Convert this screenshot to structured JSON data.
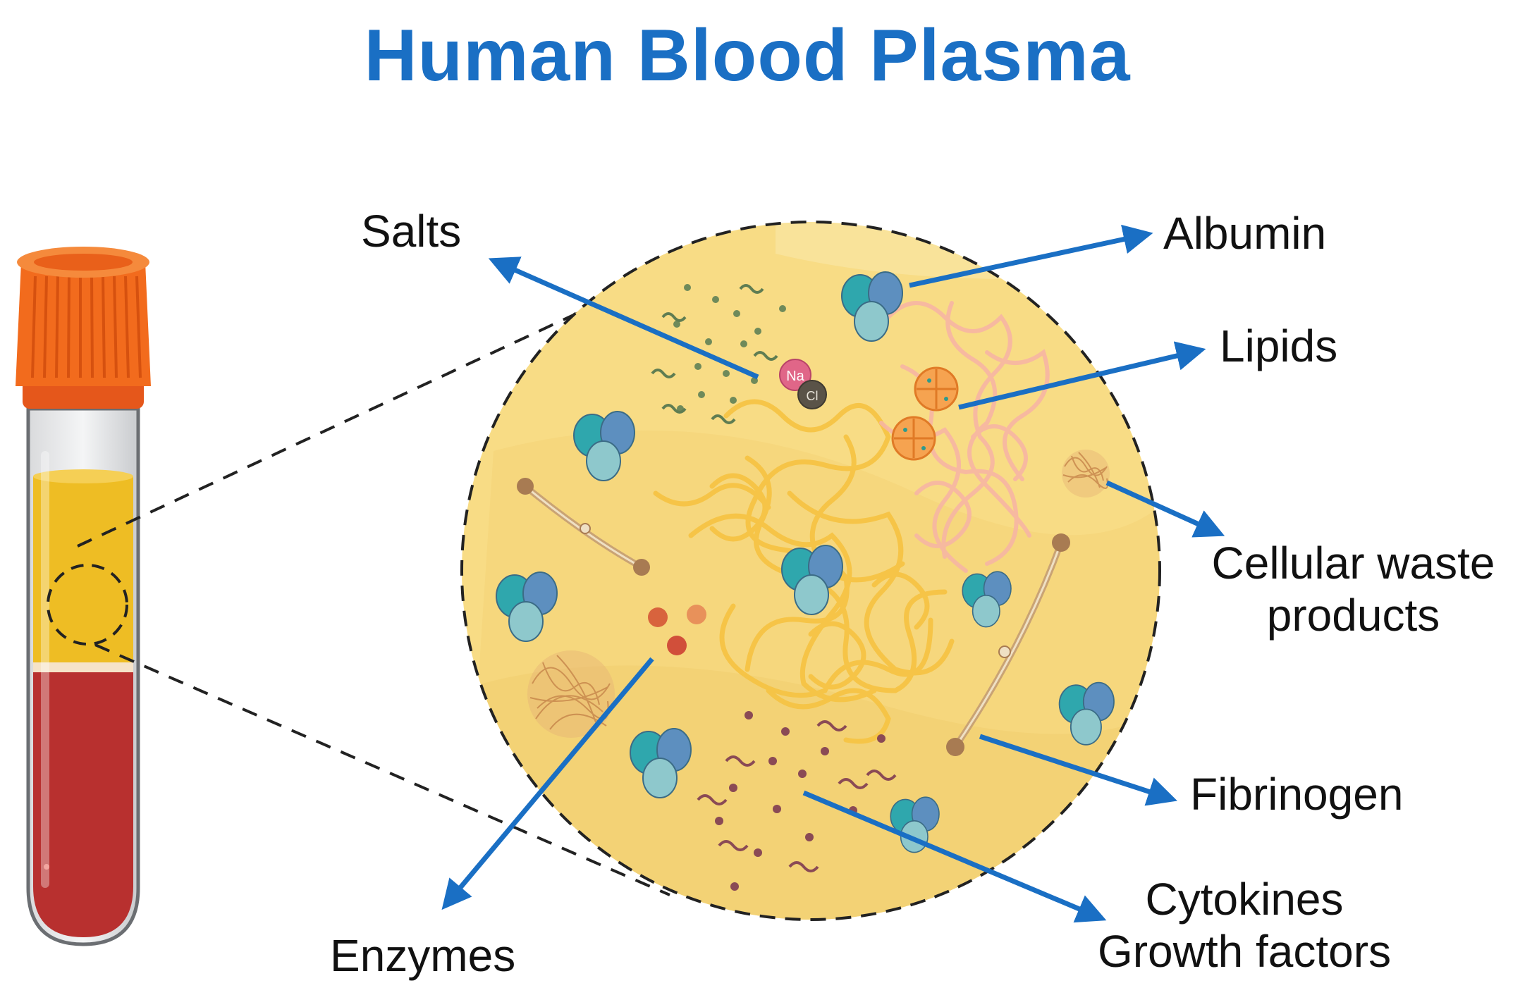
{
  "title": "Human Blood Plasma",
  "labels": {
    "salts": "Salts",
    "albumin": "Albumin",
    "lipids": "Lipids",
    "cellular_waste_line1": "Cellular waste",
    "cellular_waste_line2": "products",
    "fibrinogen": "Fibrinogen",
    "cytokines_line1": "Cytokines",
    "cytokines_line2": "Growth factors",
    "enzymes": "Enzymes"
  },
  "ions": {
    "sodium": "Na",
    "chloride": "Cl"
  },
  "colors": {
    "title": "#1a6fc4",
    "arrow": "#1a6fc4",
    "plasma": "#f8dc85",
    "red_cells": "#b8302f",
    "cap": "#f26b1d"
  }
}
